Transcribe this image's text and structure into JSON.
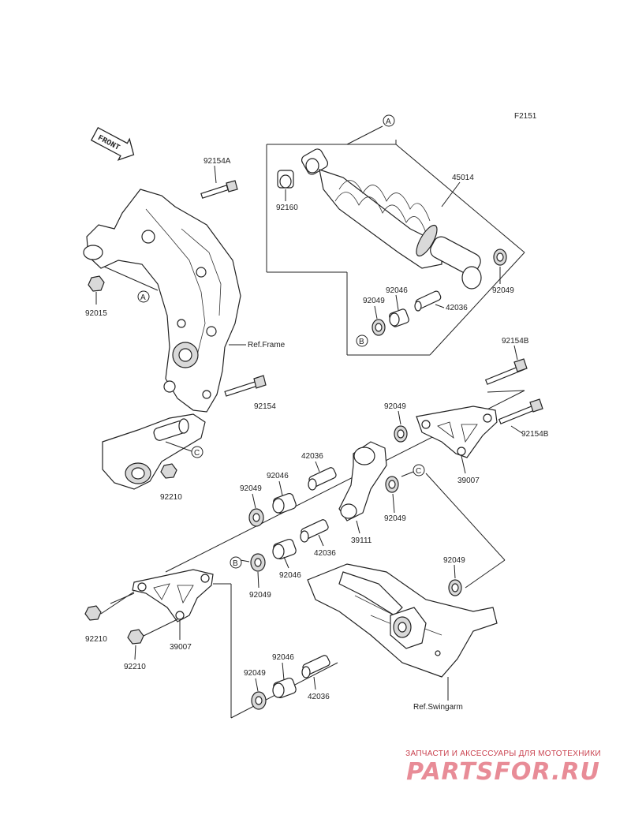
{
  "figure_code": "F2151",
  "front_label": "FRONT",
  "callouts": {
    "a": "A",
    "b": "B",
    "c": "C"
  },
  "refs": {
    "frame": "Ref.Frame",
    "swingarm": "Ref.Swingarm"
  },
  "parts": {
    "p92154a": "92154A",
    "p92015": "92015",
    "p92160": "92160",
    "p45014": "45014",
    "p92049_shock_r": "92049",
    "p92046_shock": "92046",
    "p92049_shock_l": "92049",
    "p42036_shock": "42036",
    "p92154b_top": "92154B",
    "p92154": "92154",
    "p92049_plate_top": "92049",
    "p92154b_right": "92154B",
    "p39007_right": "39007",
    "p42036_upper": "42036",
    "p92046_upper": "92046",
    "p92049_upper_l": "92049",
    "p92049_mid_r": "92049",
    "p39111": "39111",
    "p92210_frame": "92210",
    "p42036_lower": "42036",
    "p92046_lower": "92046",
    "p92049_lower_l": "92049",
    "p92049_swingarm": "92049",
    "p92210_left1": "92210",
    "p39007_left": "39007",
    "p92210_left2": "92210",
    "p92046_bottom": "92046",
    "p92049_bottom": "92049",
    "p42036_bottom": "42036"
  },
  "watermark": {
    "tagline": "ЗАПЧАСТИ И АКСЕССУАРЫ ДЛЯ МОТОТЕХНИКИ",
    "brand": "PARTSFOR.RU"
  },
  "colors": {
    "watermark": "#d63043",
    "ink": "#222222"
  }
}
